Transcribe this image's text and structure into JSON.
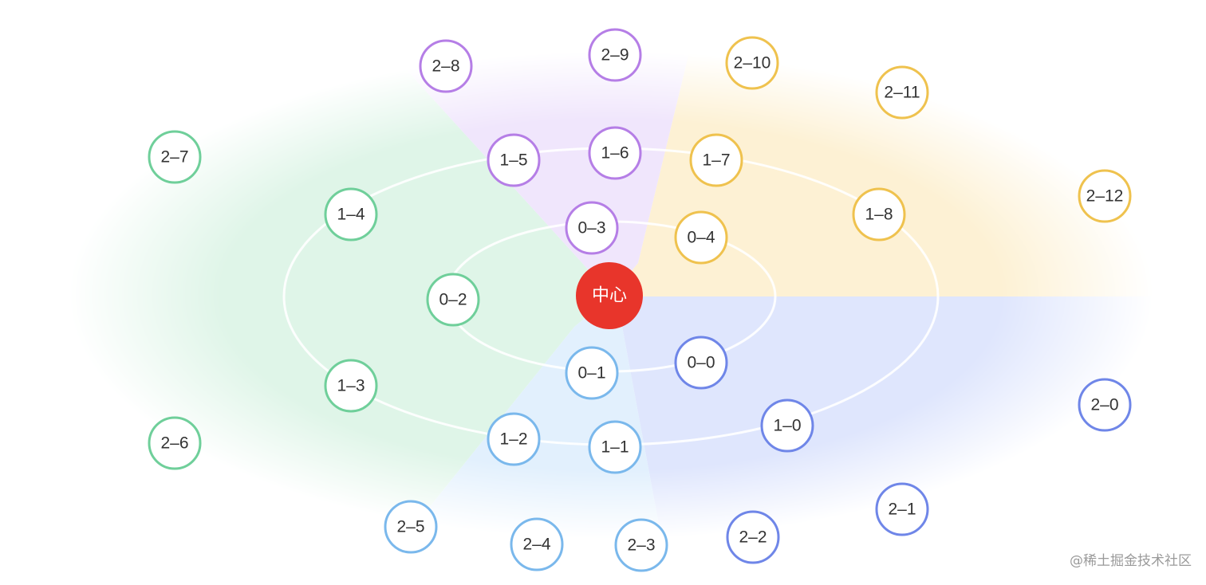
{
  "center": {
    "label": "中心",
    "color": "#e8352b"
  },
  "sectors": {
    "blue": {
      "color": "#6f86e8",
      "fill": "#dfe6fd"
    },
    "sky": {
      "color": "#7ab8ec",
      "fill": "#e2f0fd"
    },
    "green": {
      "color": "#6fcf9a",
      "fill": "#dff5e8"
    },
    "purple": {
      "color": "#b57ee6",
      "fill": "#f0e6fc"
    },
    "yellow": {
      "color": "#efc24e",
      "fill": "#fdf1d4"
    }
  },
  "nodes": [
    {
      "label": "0–0",
      "sector": "blue"
    },
    {
      "label": "0–1",
      "sector": "sky"
    },
    {
      "label": "0–2",
      "sector": "green"
    },
    {
      "label": "0–3",
      "sector": "purple"
    },
    {
      "label": "0–4",
      "sector": "yellow"
    },
    {
      "label": "1–0",
      "sector": "blue"
    },
    {
      "label": "1–1",
      "sector": "sky"
    },
    {
      "label": "1–2",
      "sector": "sky"
    },
    {
      "label": "1–3",
      "sector": "green"
    },
    {
      "label": "1–4",
      "sector": "green"
    },
    {
      "label": "1–5",
      "sector": "purple"
    },
    {
      "label": "1–6",
      "sector": "purple"
    },
    {
      "label": "1–7",
      "sector": "yellow"
    },
    {
      "label": "1–8",
      "sector": "yellow"
    },
    {
      "label": "2–0",
      "sector": "blue"
    },
    {
      "label": "2–1",
      "sector": "blue"
    },
    {
      "label": "2–2",
      "sector": "blue"
    },
    {
      "label": "2–3",
      "sector": "sky"
    },
    {
      "label": "2–4",
      "sector": "sky"
    },
    {
      "label": "2–5",
      "sector": "sky"
    },
    {
      "label": "2–6",
      "sector": "green"
    },
    {
      "label": "2–7",
      "sector": "green"
    },
    {
      "label": "2–8",
      "sector": "purple"
    },
    {
      "label": "2–9",
      "sector": "purple"
    },
    {
      "label": "2–10",
      "sector": "yellow"
    },
    {
      "label": "2–11",
      "sector": "yellow"
    },
    {
      "label": "2–12",
      "sector": "yellow"
    }
  ],
  "watermark": "@稀土掘金技术社区"
}
